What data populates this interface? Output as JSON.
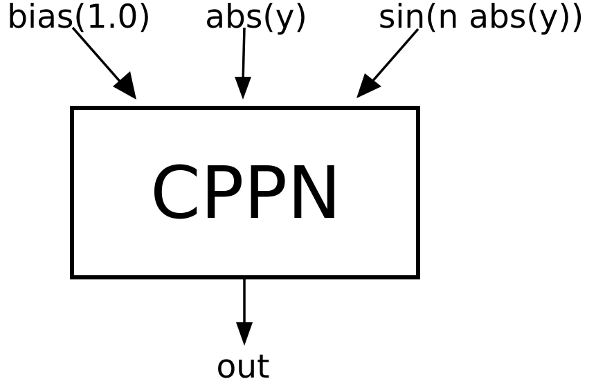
{
  "diagram": {
    "inputs": [
      {
        "label": "bias(1.0)"
      },
      {
        "label": "abs(y)"
      },
      {
        "label": "sin(n abs(y))"
      }
    ],
    "node": {
      "label": "CPPN"
    },
    "output": {
      "label": "out"
    },
    "colors": {
      "stroke": "#000000",
      "background": "#ffffff"
    }
  }
}
